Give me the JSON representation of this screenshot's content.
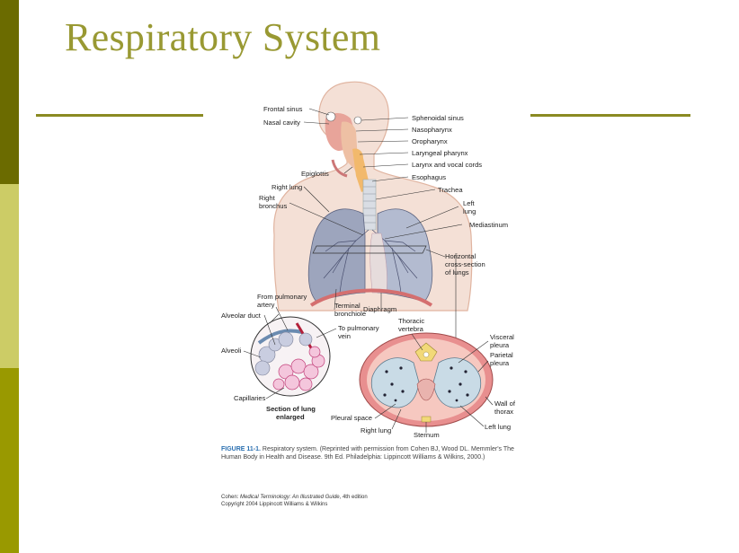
{
  "slide": {
    "title": "Respiratory System"
  },
  "theme": {
    "title_color": "#999933",
    "sidebar_dark": "#6b6b00",
    "sidebar_light": "#cccc66",
    "sidebar_mid": "#999900"
  },
  "figure": {
    "labels": {
      "frontal_sinus": "Frontal sinus",
      "nasal_cavity": "Nasal cavity",
      "sphenoidal_sinus": "Sphenoidal sinus",
      "nasopharynx": "Nasopharynx",
      "oropharynx": "Oropharynx",
      "laryngeal_pharynx": "Laryngeal pharynx",
      "larynx": "Larynx and vocal cords",
      "epiglottis": "Epiglottis",
      "esophagus": "Esophagus",
      "right_lung": "Right lung",
      "trachea": "Trachea",
      "right_bronchus_1": "Right",
      "right_bronchus_2": "bronchus",
      "left_lung_1": "Left",
      "left_lung_2": "lung",
      "mediastinum": "Mediastinum",
      "horizontal_1": "Horizontal",
      "horizontal_2": "cross-section",
      "horizontal_3": "of lungs",
      "from_pulm_1": "From pulmonary",
      "from_pulm_2": "artery",
      "alveolar_duct": "Alveolar duct",
      "terminal_1": "Terminal",
      "terminal_2": "bronchiole",
      "diaphragm": "Diaphragm",
      "to_pulm_1": "To pulmonary",
      "to_pulm_2": "vein",
      "alveoli": "Alveoli",
      "thoracic_1": "Thoracic",
      "thoracic_2": "vertebra",
      "visceral_1": "Visceral",
      "visceral_2": "pleura",
      "parietal_1": "Parietal",
      "parietal_2": "pleura",
      "capillaries": "Capillaries",
      "section_1": "Section of lung",
      "section_2": "enlarged",
      "wall_1": "Wall of",
      "wall_2": "thorax",
      "pleural_space": "Pleural space",
      "right_lung_bottom": "Right lung",
      "left_lung_bottom": "Left lung",
      "sternum": "Sternum"
    },
    "caption_label": "FIGURE 11-1.",
    "caption_text": "Respiratory system. (Reprinted with permission from Cohen BJ, Wood DL. Memmler's The Human Body in Health and Disease. 9th Ed. Philadelphia: Lippincott Williams & Wilkins, 2000.)",
    "credit_line1_prefix": "Cohen: ",
    "credit_line1_italic": "Medical Terminology: An Illustrated Guide",
    "credit_line1_suffix": ", 4th edition",
    "credit_line2": "Copyright 2004 Lippincott Williams & Wilkins"
  }
}
